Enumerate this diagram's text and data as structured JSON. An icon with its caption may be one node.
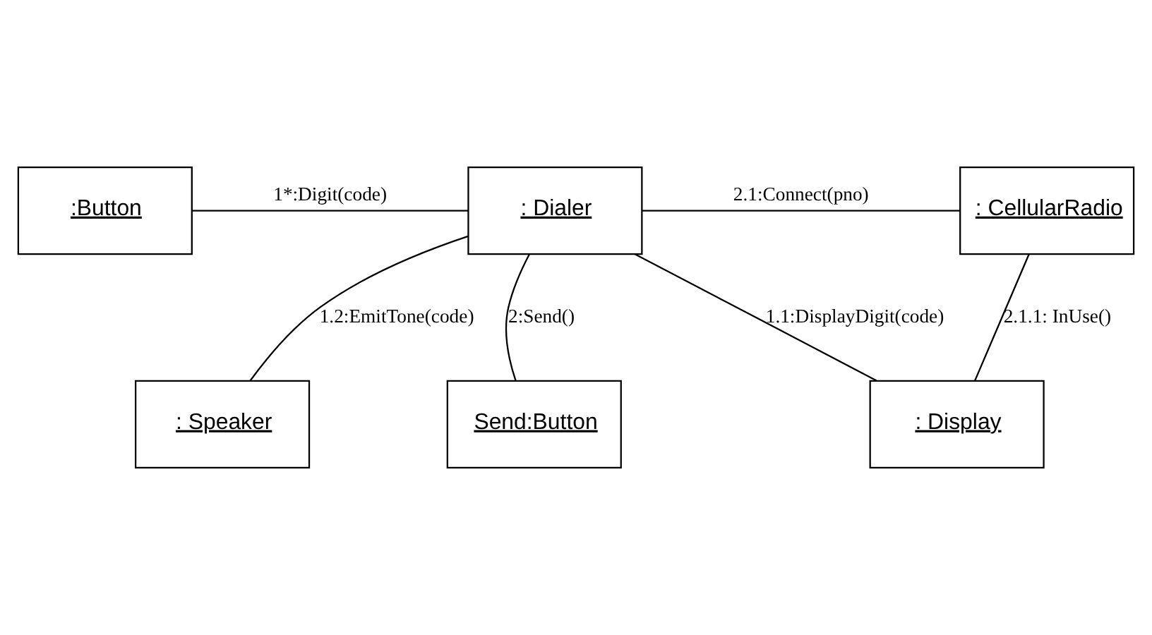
{
  "diagram": {
    "nodes": [
      {
        "text": [
          ": Speaker"
        ]
      },
      {
        "text": [
          ":Button"
        ]
      },
      {
        "text": [
          ": Dialer"
        ]
      },
      {
        "text": [
          ": CellularRadio"
        ]
      },
      {
        "text": [
          "Send:Button"
        ]
      },
      {
        "text": [
          ": Display"
        ]
      }
    ],
    "edges": [
      {
        "from": 1,
        "to": 2,
        "arrow": "none",
        "label": "1*:Digit(code)"
      },
      {
        "from": 2,
        "to": 0,
        "arrow": "none",
        "label": "1.2:EmitTone(code)"
      },
      {
        "from": 2,
        "to": 3,
        "arrow": "none",
        "label": "2.1:Connect(pno)"
      },
      {
        "from": 2,
        "to": 5,
        "arrow": "none",
        "label": "1.1:DisplayDigit(code)"
      },
      {
        "from": 4,
        "to": 2,
        "arrow": "none",
        "label": "2:Send()"
      },
      {
        "from": 3,
        "to": 5,
        "arrow": "none",
        "label": "2.1.1: InUse()"
      }
    ]
  }
}
